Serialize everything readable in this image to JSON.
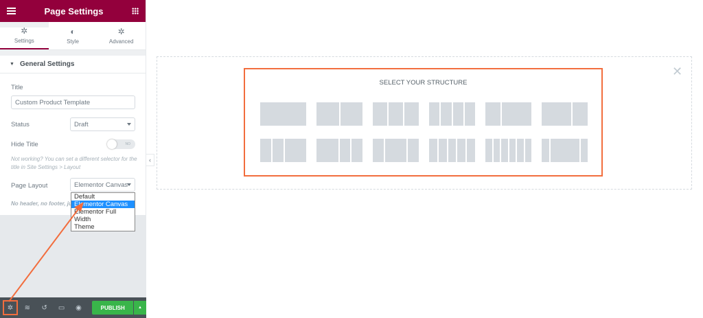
{
  "header": {
    "title": "Page Settings",
    "menu_icon": "hamburger-icon",
    "grid_icon": "grid-icon"
  },
  "tabs": [
    {
      "label": "Settings",
      "icon": "gear-icon",
      "active": true
    },
    {
      "label": "Style",
      "icon": "half-circle-icon"
    },
    {
      "label": "Advanced",
      "icon": "gear-icon"
    }
  ],
  "section": {
    "title": "General Settings"
  },
  "fields": {
    "title_label": "Title",
    "title_value": "Custom Product Template",
    "status_label": "Status",
    "status_value": "Draft",
    "hide_title_label": "Hide Title",
    "hide_title_toggle": "NO",
    "hide_title_note": "Not working? You can set a different selector for the title in Site Settings > Layout",
    "page_layout_label": "Page Layout",
    "page_layout_value": "Elementor Canvas",
    "page_layout_note": "No header, no footer, ju"
  },
  "dropdown": {
    "options": [
      "Default",
      "Elementor Canvas",
      "Elementor Full Width",
      "Theme"
    ],
    "selected": "Elementor Canvas"
  },
  "footer": {
    "publish_label": "PUBLISH",
    "icons": [
      "gear-icon",
      "layers-icon",
      "history-icon",
      "responsive-icon",
      "eye-icon"
    ]
  },
  "canvas": {
    "heading": "SELECT YOUR STRUCTURE",
    "presets": [
      [
        1
      ],
      [
        1,
        1
      ],
      [
        1,
        1,
        1
      ],
      [
        1,
        1,
        1,
        1
      ],
      [
        1,
        2
      ],
      [
        2,
        1
      ],
      [
        1,
        1,
        2
      ],
      [
        2,
        1,
        1
      ],
      [
        1,
        2,
        1
      ],
      [
        1,
        1,
        1,
        1,
        1
      ],
      [
        1,
        1,
        1,
        1,
        1,
        1
      ],
      [
        1,
        4,
        1
      ]
    ]
  },
  "colors": {
    "brand": "#93003c",
    "publish": "#39b54a",
    "highlight": "#f26d3d",
    "footer": "#495157"
  }
}
